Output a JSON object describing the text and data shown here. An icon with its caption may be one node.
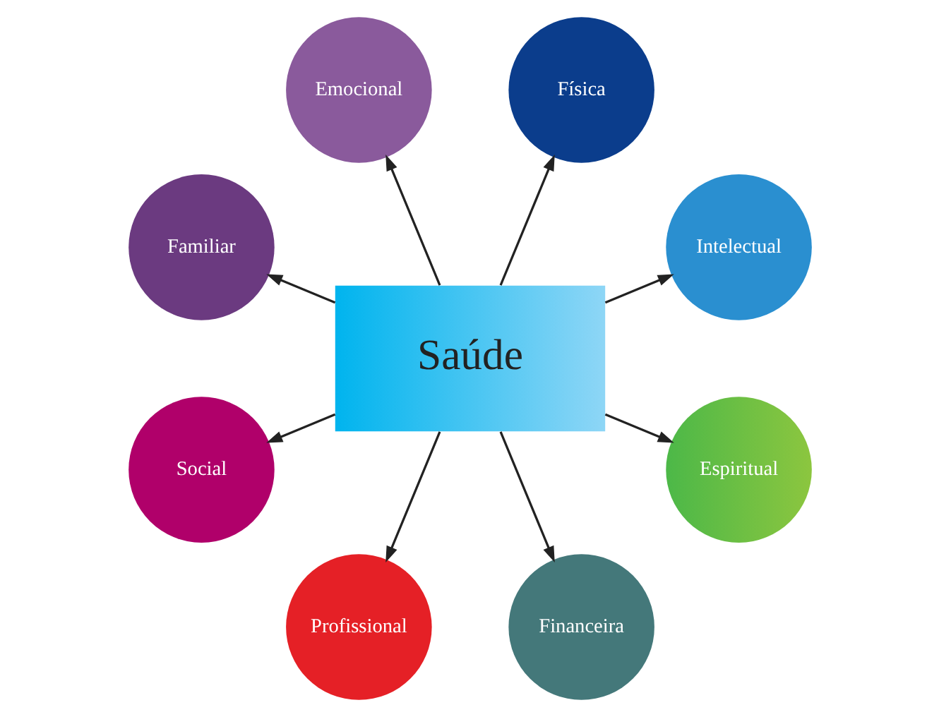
{
  "diagram": {
    "nodes": [
      {
        "text": [
          "Saúde"
        ]
      },
      {
        "text": [
          "Intelectual"
        ]
      },
      {
        "text": [
          "Física"
        ]
      },
      {
        "text": [
          "Emocional"
        ]
      },
      {
        "text": [
          "Familiar"
        ]
      },
      {
        "text": [
          "Social"
        ]
      },
      {
        "text": [
          "Profissional"
        ]
      },
      {
        "text": [
          "Financeira"
        ]
      },
      {
        "text": [
          "Espiritual"
        ]
      }
    ],
    "edges": [
      {
        "from": 0,
        "to": 1,
        "arrow": "to"
      },
      {
        "from": 0,
        "to": 2,
        "arrow": "to"
      },
      {
        "from": 0,
        "to": 3,
        "arrow": "to"
      },
      {
        "from": 0,
        "to": 4,
        "arrow": "to"
      },
      {
        "from": 0,
        "to": 5,
        "arrow": "to"
      },
      {
        "from": 0,
        "to": 6,
        "arrow": "to"
      },
      {
        "from": 0,
        "to": 7,
        "arrow": "to"
      },
      {
        "from": 0,
        "to": 8,
        "arrow": "to"
      }
    ]
  }
}
